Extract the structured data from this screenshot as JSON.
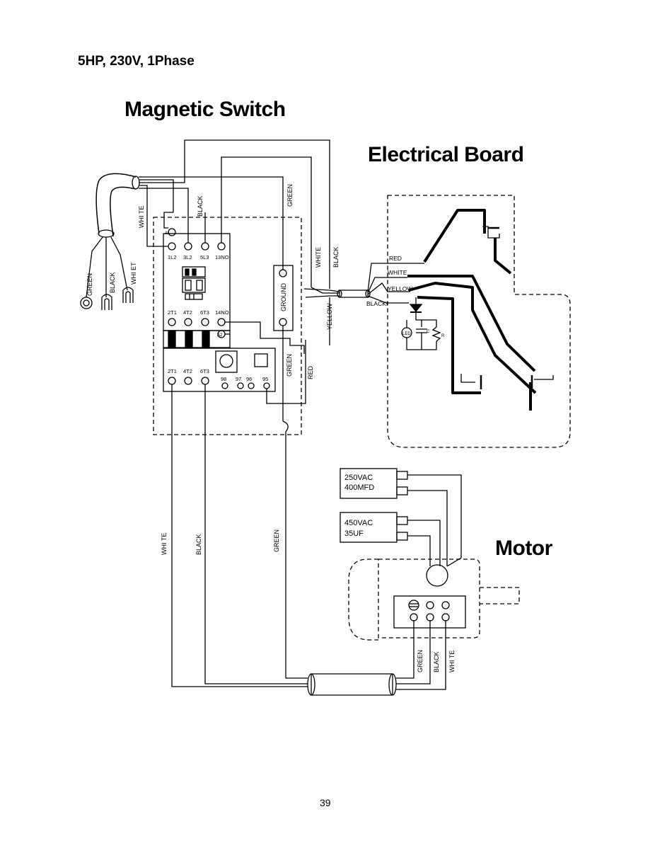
{
  "header": {
    "spec": "5HP, 230V, 1Phase"
  },
  "titles": {
    "magnetic_switch": "Magnetic Switch",
    "electrical_board": "Electrical Board",
    "motor": "Motor"
  },
  "wire_labels": {
    "white_in": "WHI TE",
    "black_top": "BLACK",
    "green_top": "GREEN",
    "white_board": "WHITE",
    "black_board": "BLACK",
    "yellow_mid": "YELLOW",
    "green_mid": "GREEN",
    "red_mid": "RED",
    "white_down": "WHI TE",
    "black_down": "BLACK",
    "green_down": "GREEN",
    "motor_green": "GREEN",
    "motor_black": "BLACK",
    "motor_white": "WHI TE"
  },
  "plug_labels": {
    "green": "GREEN",
    "black": "BLACK",
    "white": "WHI ET"
  },
  "contactor": {
    "top_terminals": [
      "1L2",
      "3L2",
      "5L3",
      "13NO"
    ],
    "bottom_terminals": [
      "2T1",
      "4T2",
      "6T3",
      "14NO"
    ],
    "overload_terminals": [
      "2T1",
      "4T2",
      "6T3"
    ],
    "aux_numbers": [
      "98",
      "97",
      "96",
      "95"
    ],
    "a1": "A1",
    "a2": "A2",
    "ground": "GROUND"
  },
  "board": {
    "wire_red": "RED",
    "wire_white": "WHITE",
    "wire_yellow": "YELLOW",
    "wire_black": "BLACKI",
    "led": "LED",
    "cap": "C",
    "res": "R"
  },
  "capacitors": {
    "c1_line1": "250VAC",
    "c1_line2": "400MFD",
    "c2_line1": "450VAC",
    "c2_line2": "35UF"
  },
  "footer": {
    "page": "39"
  }
}
